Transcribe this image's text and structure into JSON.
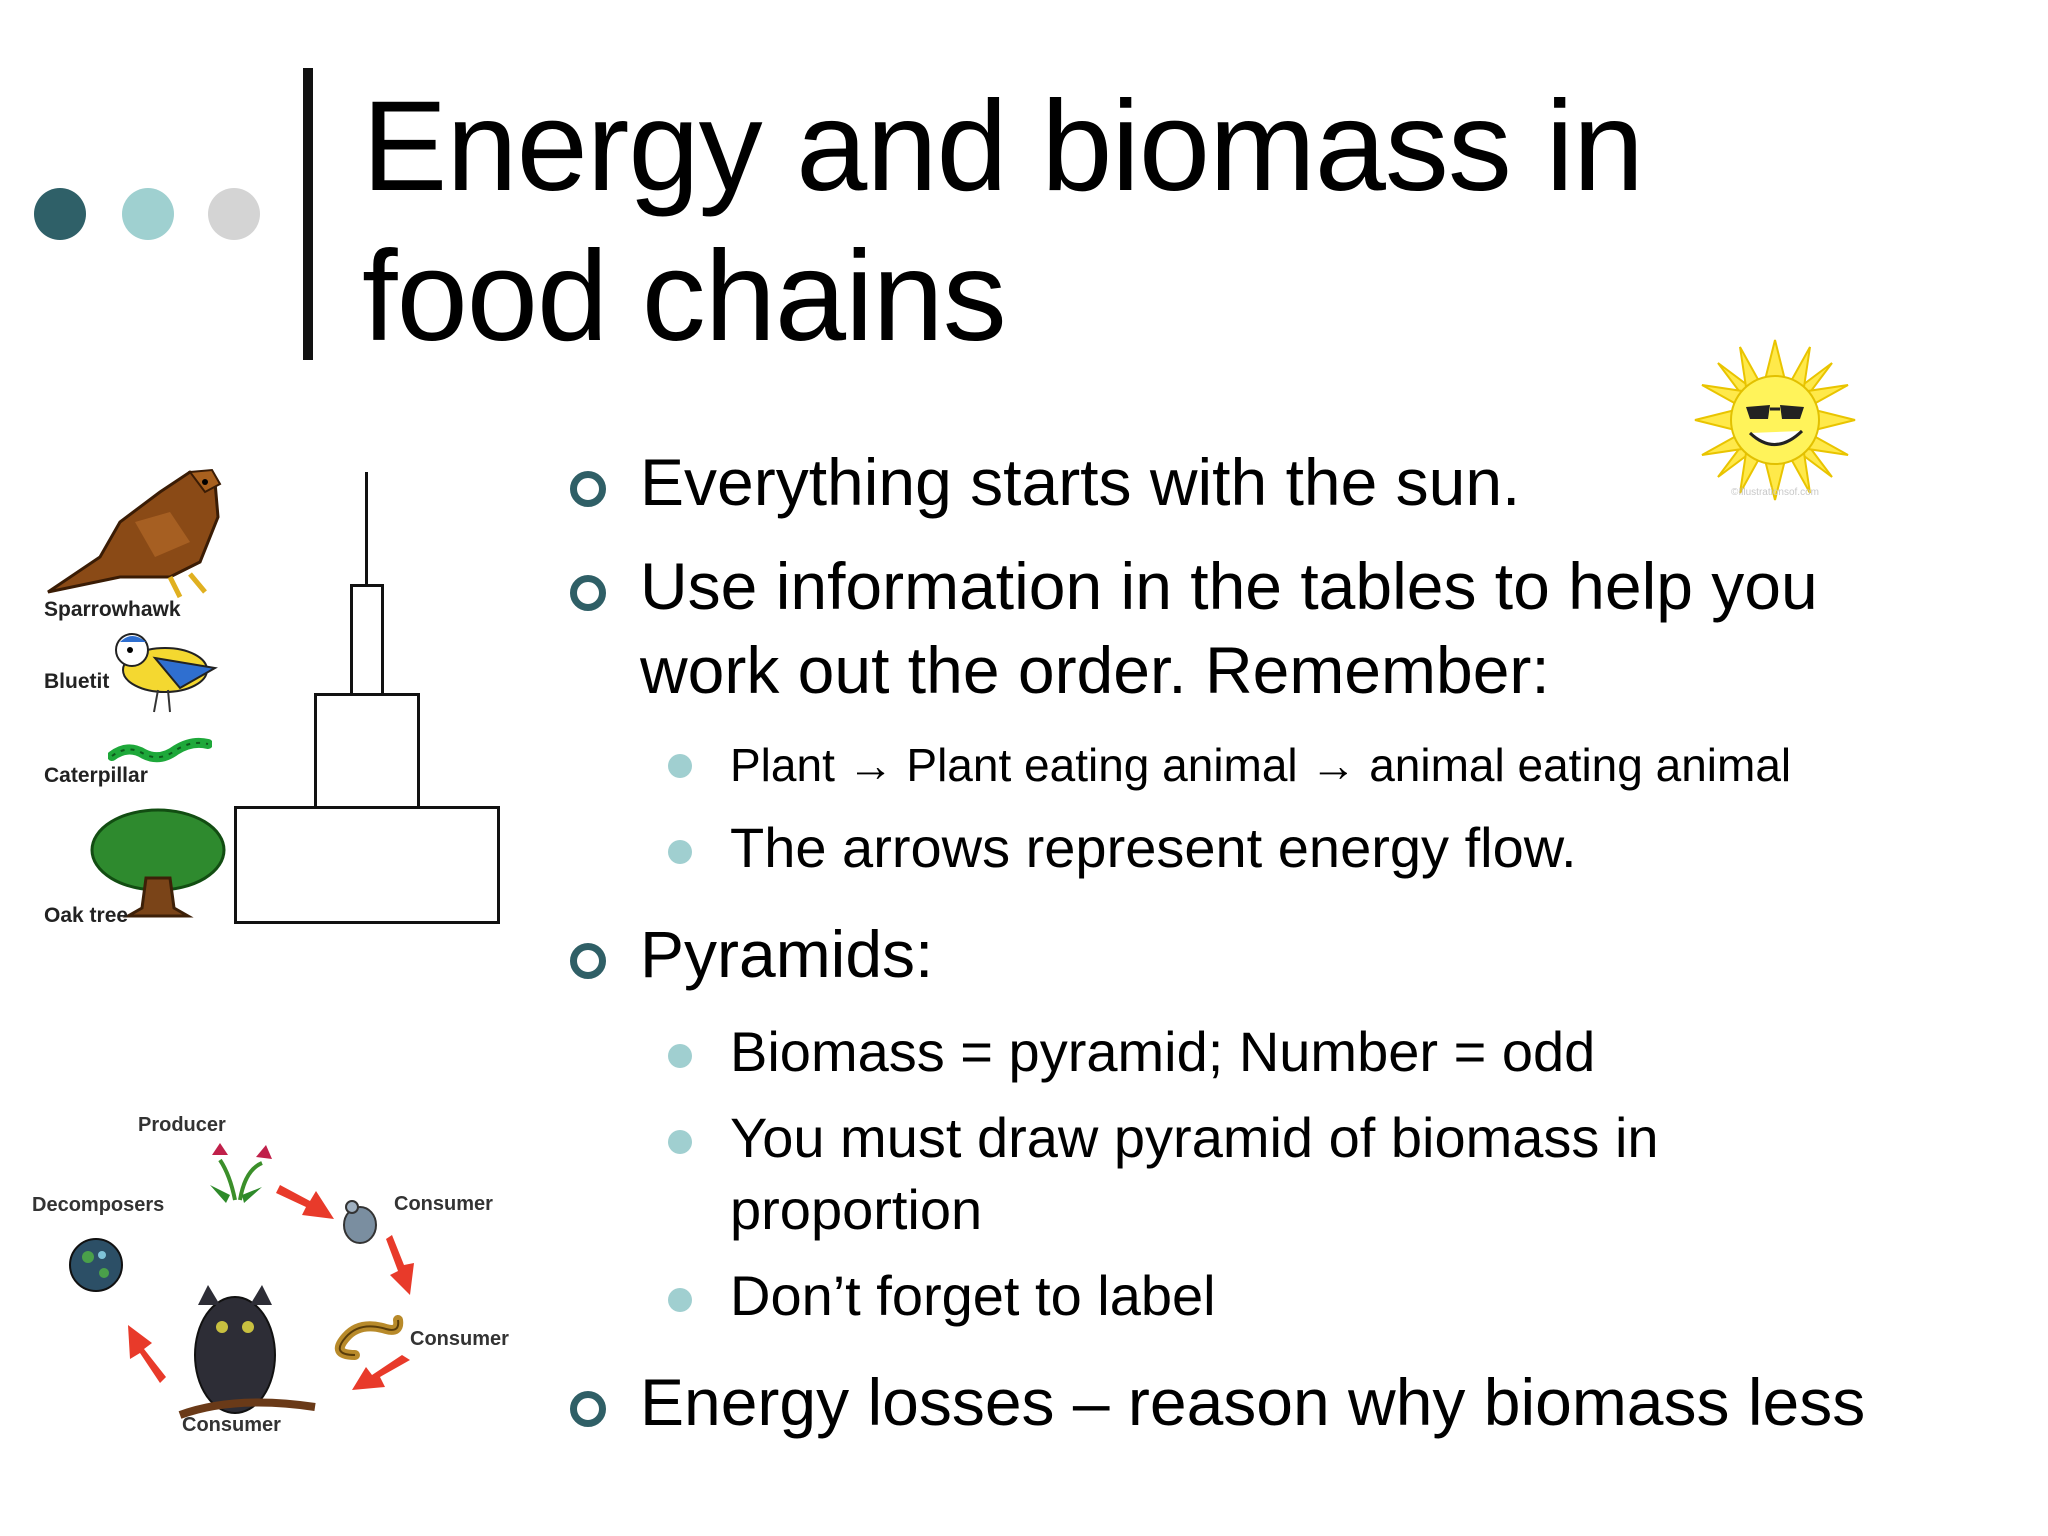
{
  "title": "Energy and biomass in food chains",
  "bullets": {
    "b1": "Everything starts with the sun.",
    "b2": "Use information in the tables to help you work out the order. Remember:",
    "b2_sub1": "Plant → Plant eating animal → animal eating animal",
    "b2_sub2": "The arrows represent energy flow.",
    "b3": "Pyramids:",
    "b3_sub1": "Biomass = pyramid; Number = odd",
    "b3_sub2": "You must draw pyramid of biomass in proportion",
    "b3_sub3": "Don’t forget to label",
    "b4": "Energy losses – reason why biomass less"
  },
  "food_chain": {
    "labels": [
      "Sparrowhawk",
      "Bluetit",
      "Caterpillar",
      "Oak tree"
    ]
  },
  "cycle": {
    "producer": "Producer",
    "consumer1": "Consumer",
    "consumer2": "Consumer",
    "consumer3": "Consumer",
    "decomposers": "Decomposers"
  },
  "sun_watermark": "©Illustrationsof.com",
  "colors": {
    "dot_dark": "#2f6068",
    "dot_light": "#9fd0d0",
    "dot_grey": "#d4d4d4",
    "bullet_ring": "#2f5f66",
    "sub_bullet": "#a0cfd0",
    "cycle_arrow": "#e83a2a"
  },
  "icons": [
    "sparrowhawk-image",
    "bluetit-image",
    "caterpillar-image",
    "oak-tree-image",
    "sun-image",
    "flower-icon",
    "mouse-icon",
    "snake-icon",
    "owl-icon",
    "decomposer-icon"
  ]
}
